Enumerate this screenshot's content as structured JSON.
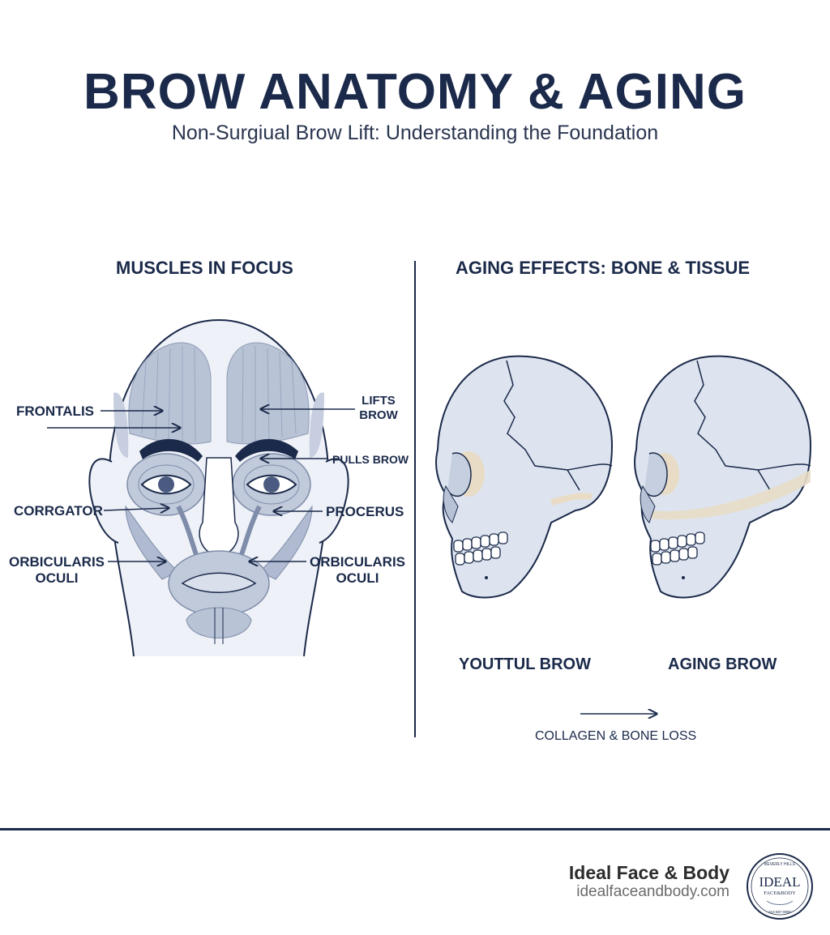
{
  "header": {
    "title": "BROW ANATOMY & AGING",
    "subtitle": "Non-Surgiual Brow Lift: Understanding the Foundation"
  },
  "left_panel": {
    "title": "MUSCLES IN FOCUS",
    "labels": {
      "frontalis": "FRONTALIS",
      "lifts_brow_1": "LIFTS",
      "lifts_brow_2": "BROW",
      "pulls_brow": "PULLS BROW",
      "corrugator": "CORRGATOR",
      "procerus": "PROCERUS",
      "orbicularis_left_1": "ORBICULARIS",
      "orbicularis_left_2": "OCULI",
      "orbicularis_right_1": "ORBICULARIS",
      "orbicularis_right_2": "OCULI"
    }
  },
  "right_panel": {
    "title": "AGING EFFECTS: BONE & TISSUE",
    "youthful_label": "YOUTTUL BROW",
    "aging_label": "AGING BROW",
    "loss_label": "COLLAGEN & BONE LOSS"
  },
  "footer": {
    "brand": "Ideal Face & Body",
    "url": "idealfaceandbody.com",
    "logo": {
      "top_text": "BEVERLY HILLS",
      "main_text": "IDEAL",
      "sub_text": "FACE&BODY",
      "bottom_text": "310-887-9990"
    }
  },
  "colors": {
    "navy": "#1b2a4a",
    "muscle": "#b9c3d6",
    "bone": "#dde4ef",
    "tissue": "#e8dcc6"
  }
}
